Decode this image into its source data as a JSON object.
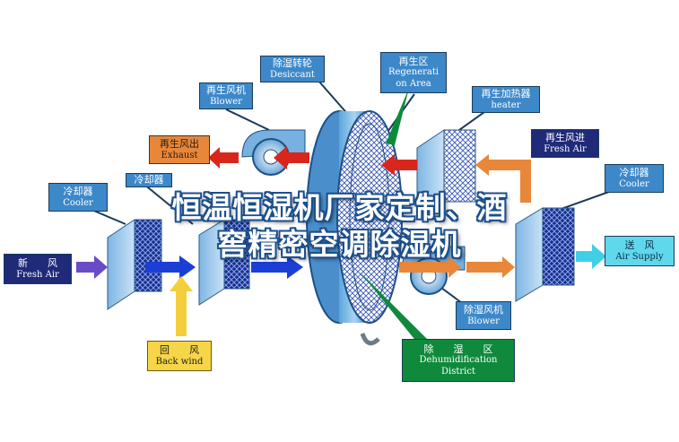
{
  "labels": {
    "desiccant": {
      "cn": "除湿转轮",
      "en": "Desiccant"
    },
    "regen_area": {
      "cn": "再生区",
      "en1": "Regenerati",
      "en2": "on Area"
    },
    "regen_blower": {
      "cn": "再生风机",
      "en": "Blower"
    },
    "regen_heater": {
      "cn": "再生加热器",
      "en": "heater"
    },
    "regen_exhaust": {
      "cn": "再生风出",
      "en": "Exhaust"
    },
    "regen_fresh_air": {
      "cn": "再生风进",
      "en": "Fresh Air"
    },
    "cooler_left": {
      "cn": "冷却器",
      "en": "Cooler"
    },
    "cooler_right": {
      "cn": "冷却器",
      "en": "Cooler"
    },
    "cooler_mid": {
      "cn": "冷却器"
    },
    "fresh_air": {
      "cn": "新　　风",
      "en": "Fresh Air"
    },
    "air_supply": {
      "cn": "送　风",
      "en": "Air Supply"
    },
    "dehum_blower": {
      "cn": "除湿风机",
      "en": "Blower"
    },
    "back_wind": {
      "cn": "回　　风",
      "en": "Back wind"
    },
    "dehum_district": {
      "cn": "除　　湿　　区",
      "en1": "Dehumidification",
      "en2": "District"
    }
  },
  "overlay_title": {
    "line1": "恒温恒湿机厂家定制、酒",
    "line2": "窖精密空调除湿机"
  },
  "colors": {
    "label_blue": "#3d88c9",
    "label_orange": "#e8873a",
    "label_yellow": "#f6d648",
    "label_navy": "#1f2a78",
    "label_cyan": "#5fd8ee",
    "label_green": "#0f8a3c",
    "arrow_red": "#d9261c",
    "arrow_orange": "#e8873a",
    "arrow_blue": "#1b3fd6",
    "arrow_purple": "#6a4bc6",
    "arrow_yellow": "#f3cf3c",
    "arrow_cyan": "#3fd0e8"
  }
}
